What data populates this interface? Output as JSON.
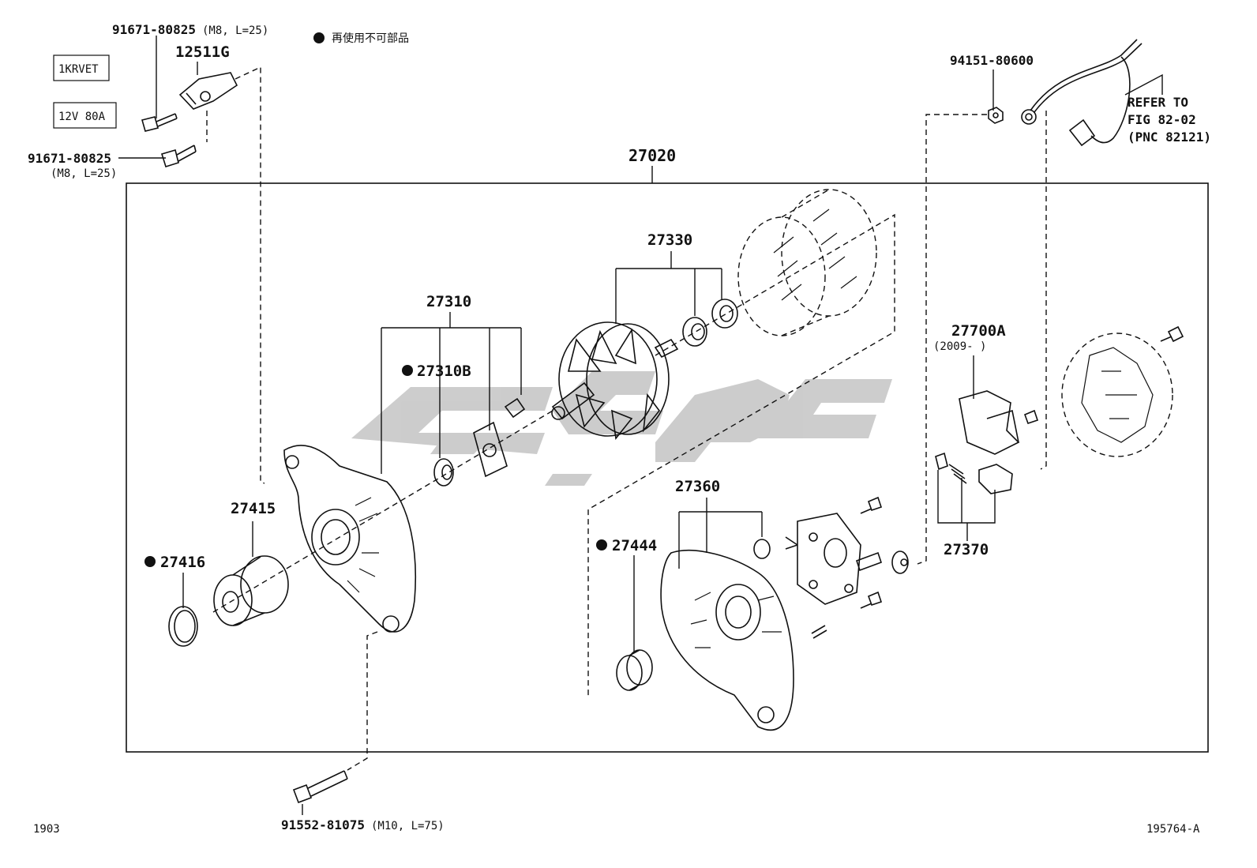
{
  "legend": {
    "symbol": "●",
    "text": "再使用不可部品"
  },
  "specs": {
    "engine": "1KRVET",
    "rating": "12V 80A"
  },
  "footer": {
    "left_code": "1903",
    "right_code": "195764-A"
  },
  "refer": {
    "line1": "REFER TO",
    "line2": "FIG 82-02",
    "line3": "(PNC 82121)"
  },
  "parts": {
    "p91671_top": {
      "number": "91671-80825",
      "spec": "(M8, L=25)"
    },
    "p12511G": {
      "number": "12511G"
    },
    "p91671_bot": {
      "number": "91671-80825",
      "spec": "(M8, L=25)"
    },
    "p94151": {
      "number": "94151-80600"
    },
    "p27020": {
      "number": "27020"
    },
    "p27330": {
      "number": "27330"
    },
    "p27310": {
      "number": "27310"
    },
    "p27310B": {
      "number": "27310B",
      "mark": "●"
    },
    "p27700A": {
      "number": "27700A",
      "spec": "(2009-      )"
    },
    "p27360": {
      "number": "27360"
    },
    "p27415": {
      "number": "27415"
    },
    "p27416": {
      "number": "27416",
      "mark": "●"
    },
    "p27444": {
      "number": "27444",
      "mark": "●"
    },
    "p27370": {
      "number": "27370"
    },
    "p91552": {
      "number": "91552-81075",
      "spec": "(M10, L=75)"
    }
  }
}
